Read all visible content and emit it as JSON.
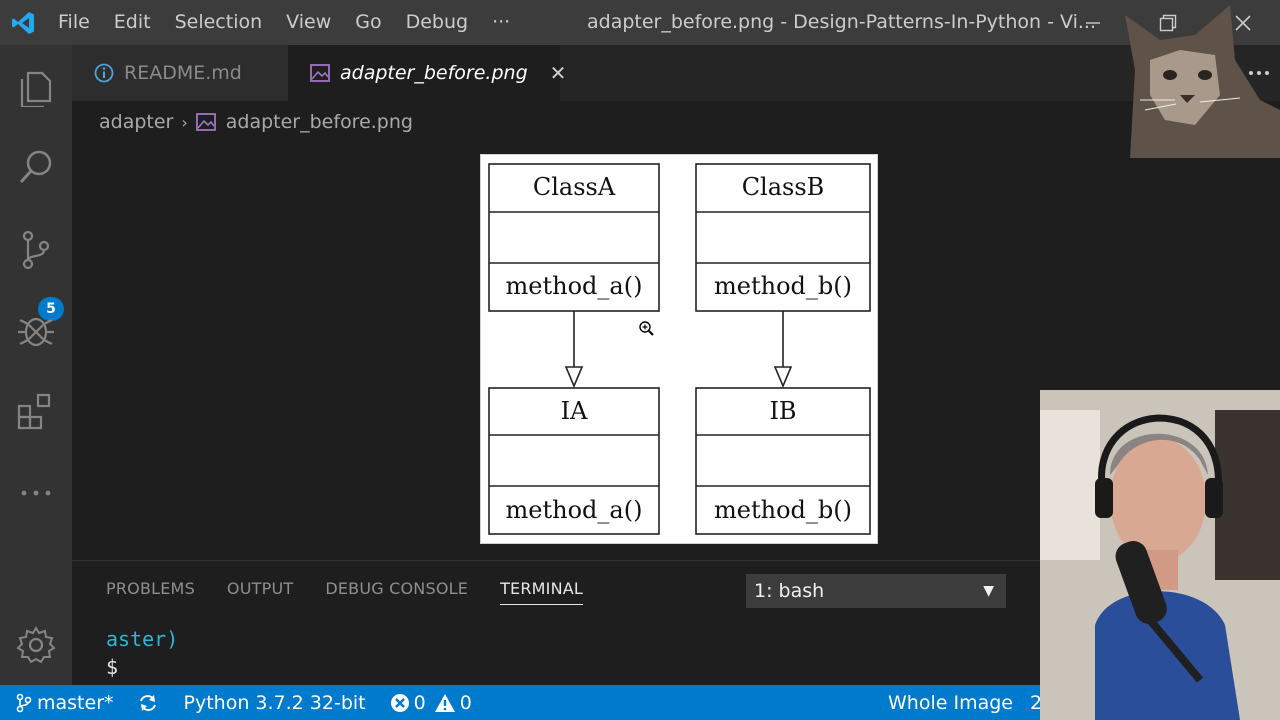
{
  "titlebar": {
    "menu": [
      "File",
      "Edit",
      "Selection",
      "View",
      "Go",
      "Debug",
      "···"
    ],
    "window_title": "adapter_before.png - Design-Patterns-In-Python - Vi..."
  },
  "activitybar": {
    "scm_badge": "5"
  },
  "tabs": [
    {
      "label": "README.md",
      "active": false
    },
    {
      "label": "adapter_before.png",
      "active": true
    }
  ],
  "breadcrumb": {
    "folder": "adapter",
    "file": "adapter_before.png"
  },
  "diagram": {
    "class_a": {
      "name": "ClassA",
      "method": "method_a()"
    },
    "class_b": {
      "name": "ClassB",
      "method": "method_b()"
    },
    "iface_a": {
      "name": "IA",
      "method": "method_a()"
    },
    "iface_b": {
      "name": "IB",
      "method": "method_b()"
    }
  },
  "panel": {
    "tabs": [
      "PROBLEMS",
      "OUTPUT",
      "DEBUG CONSOLE",
      "TERMINAL"
    ],
    "active_tab": "TERMINAL",
    "terminal_select": "1: bash",
    "terminal_lines": [
      "aster)",
      "$"
    ]
  },
  "statusbar": {
    "branch": "master*",
    "python": "Python 3.7.2 32-bit",
    "errors": "0",
    "warnings": "0",
    "image_mode": "Whole Image",
    "extra": "2"
  },
  "colors": {
    "accent": "#007acc",
    "titlebar": "#3c3c3c",
    "activitybar": "#333333",
    "editor": "#1e1e1e"
  }
}
